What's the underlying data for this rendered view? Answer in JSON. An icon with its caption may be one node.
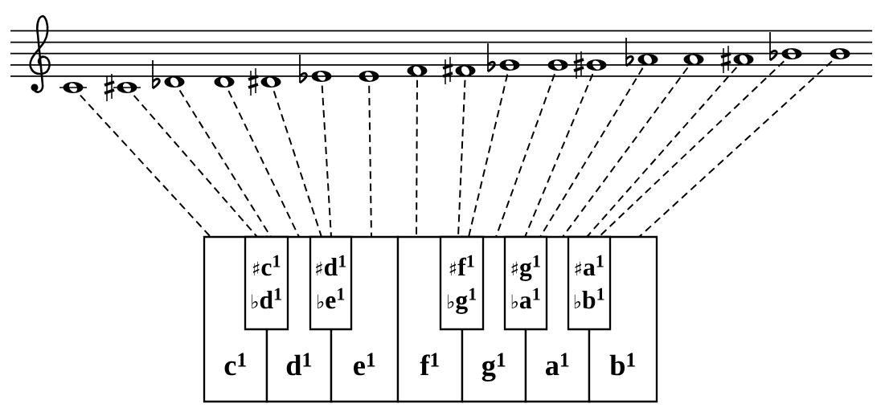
{
  "diagram": {
    "nodes": [
      {
        "text": [],
        "shape": "picture"
      },
      {
        "text": [],
        "shape": "picture"
      },
      {
        "text": [],
        "shape": "picture"
      },
      {
        "text": [],
        "shape": "picture"
      },
      {
        "text": [],
        "shape": "picture"
      },
      {
        "text": [],
        "shape": "picture"
      },
      {
        "text": [],
        "shape": "picture"
      },
      {
        "text": [],
        "shape": "picture"
      },
      {
        "text": [],
        "shape": "picture"
      },
      {
        "text": [],
        "shape": "picture"
      },
      {
        "text": [],
        "shape": "picture"
      },
      {
        "text": [],
        "shape": "picture"
      },
      {
        "text": [],
        "shape": "picture"
      },
      {
        "text": [],
        "shape": "picture"
      },
      {
        "text": [],
        "shape": "picture"
      },
      {
        "text": [],
        "shape": "picture"
      },
      {
        "text": [],
        "shape": "picture"
      },
      {
        "text": [
          "c$^{1}$"
        ]
      },
      {
        "text": [
          "♯c$^{1}$",
          "♭d$^{1}$"
        ]
      },
      {
        "text": [
          "d$^{1}$"
        ]
      },
      {
        "text": [
          "♯d$^{1}$",
          "♭e$^{1}$"
        ]
      },
      {
        "text": [
          "e$^{1}$"
        ]
      },
      {
        "text": [
          "f$^{1}$"
        ]
      },
      {
        "text": [
          "♯f$^{1}$",
          "♭g$^{1}$"
        ]
      },
      {
        "text": [
          "g$^{1}$"
        ]
      },
      {
        "text": [
          "♯g$^{1}$",
          "♭a$^{1}$"
        ]
      },
      {
        "text": [
          "a$^{1}$"
        ]
      },
      {
        "text": [
          "♯a$^{1}$",
          "♭b$^{1}$"
        ]
      },
      {
        "text": [
          "b$^{1}$"
        ]
      }
    ],
    "edges": [
      {
        "from": 0,
        "to": 17,
        "arrow": "none",
        "style": "dashed"
      },
      {
        "from": 1,
        "to": 18,
        "arrow": "none",
        "style": "dashed"
      },
      {
        "from": 2,
        "to": 18,
        "arrow": "none",
        "style": "dashed"
      },
      {
        "from": 3,
        "to": 19,
        "arrow": "none",
        "style": "dashed"
      },
      {
        "from": 4,
        "to": 20,
        "arrow": "none",
        "style": "dashed"
      },
      {
        "from": 5,
        "to": 20,
        "arrow": "none",
        "style": "dashed"
      },
      {
        "from": 6,
        "to": 21,
        "arrow": "none",
        "style": "dashed"
      },
      {
        "from": 7,
        "to": 22,
        "arrow": "none",
        "style": "dashed"
      },
      {
        "from": 8,
        "to": 23,
        "arrow": "none",
        "style": "dashed"
      },
      {
        "from": 9,
        "to": 23,
        "arrow": "none",
        "style": "dashed"
      },
      {
        "from": 10,
        "to": 24,
        "arrow": "none",
        "style": "dashed"
      },
      {
        "from": 11,
        "to": 25,
        "arrow": "none",
        "style": "dashed"
      },
      {
        "from": 12,
        "to": 25,
        "arrow": "none",
        "style": "dashed"
      },
      {
        "from": 13,
        "to": 26,
        "arrow": "none",
        "style": "dashed"
      },
      {
        "from": 14,
        "to": 27,
        "arrow": "none",
        "style": "dashed"
      },
      {
        "from": 15,
        "to": 27,
        "arrow": "none",
        "style": "dashed"
      },
      {
        "from": 16,
        "to": 28,
        "arrow": "none",
        "style": "dashed"
      }
    ]
  }
}
